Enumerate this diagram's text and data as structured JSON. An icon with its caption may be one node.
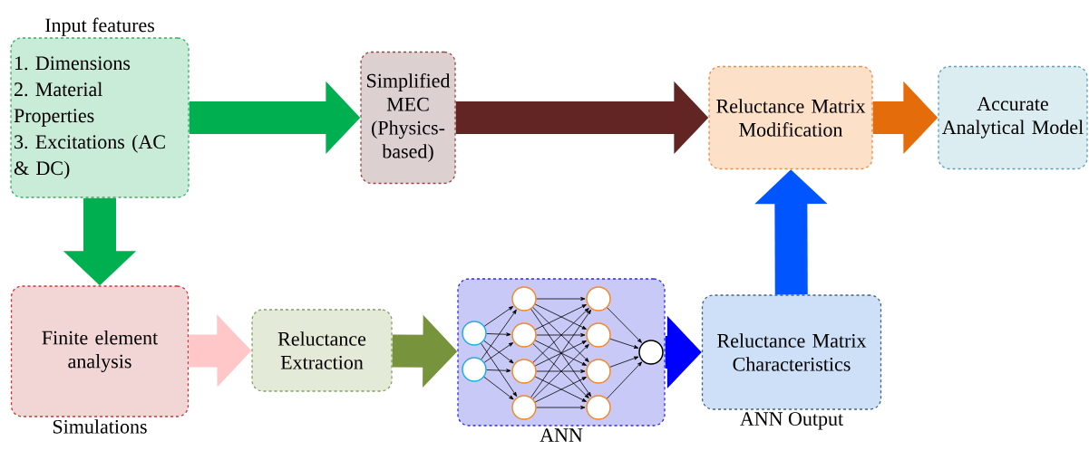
{
  "diagram": {
    "nodes": [
      {
        "text": [
          "Input features",
          "1. Dimensions",
          "2. Material Properties",
          "3. Excitations (AC & DC)"
        ]
      },
      {
        "text": [
          "Simplified MEC (Physics-based)"
        ]
      },
      {
        "text": [
          "Reluctance Matrix Modification"
        ]
      },
      {
        "text": [
          "Accurate Analytical Model"
        ]
      },
      {
        "text": [
          "Finite element analysis"
        ],
        "beside": [
          "Simulations"
        ]
      },
      {
        "text": [
          "Reluctance Extraction"
        ]
      },
      {
        "text": [],
        "shape": "box",
        "beside": [
          "ANN"
        ]
      },
      {
        "text": [],
        "shape": "circle",
        "in": 6
      },
      {
        "text": [],
        "shape": "circle",
        "in": 6
      },
      {
        "text": [],
        "shape": "circle",
        "in": 6
      },
      {
        "text": [],
        "shape": "circle",
        "in": 6
      },
      {
        "text": [],
        "shape": "circle",
        "in": 6
      },
      {
        "text": [],
        "shape": "circle",
        "in": 6
      },
      {
        "text": [],
        "shape": "circle",
        "in": 6
      },
      {
        "text": [],
        "shape": "circle",
        "in": 6
      },
      {
        "text": [],
        "shape": "circle",
        "in": 6
      },
      {
        "text": [],
        "shape": "circle",
        "in": 6
      },
      {
        "text": [],
        "shape": "circle",
        "in": 6
      },
      {
        "text": [
          "Reluctance Matrix Characteristics"
        ],
        "beside": [
          "ANN Output"
        ]
      }
    ],
    "edges": [
      {
        "from": 0,
        "to": 1,
        "arrow": "to",
        "style": "thick",
        "color": "#00b050"
      },
      {
        "from": 1,
        "to": 2,
        "arrow": "to",
        "style": "thick",
        "color": "#632523"
      },
      {
        "from": 2,
        "to": 3,
        "arrow": "to",
        "style": "thick",
        "color": "#e46c0a"
      },
      {
        "from": 0,
        "to": 4,
        "arrow": "to",
        "style": "thick",
        "color": "#00b050"
      },
      {
        "from": 4,
        "to": 5,
        "arrow": "to",
        "style": "thick",
        "color": "#ffc7c7"
      },
      {
        "from": 5,
        "to": 6,
        "arrow": "to",
        "style": "thick",
        "color": "#77933c"
      },
      {
        "from": 6,
        "to": 18,
        "arrow": "to",
        "style": "thick",
        "color": "#0000ff"
      },
      {
        "from": 18,
        "to": 2,
        "arrow": "to",
        "style": "thick",
        "color": "#0055ff"
      },
      {
        "from": 7,
        "to": 9,
        "arrow": "to"
      },
      {
        "from": 7,
        "to": 10,
        "arrow": "to"
      },
      {
        "from": 7,
        "to": 11,
        "arrow": "to"
      },
      {
        "from": 7,
        "to": 12,
        "arrow": "to"
      },
      {
        "from": 8,
        "to": 9,
        "arrow": "to"
      },
      {
        "from": 8,
        "to": 10,
        "arrow": "to"
      },
      {
        "from": 8,
        "to": 11,
        "arrow": "to"
      },
      {
        "from": 8,
        "to": 12,
        "arrow": "to"
      },
      {
        "from": 9,
        "to": 13,
        "arrow": "to"
      },
      {
        "from": 9,
        "to": 14,
        "arrow": "to"
      },
      {
        "from": 9,
        "to": 15,
        "arrow": "to"
      },
      {
        "from": 9,
        "to": 16,
        "arrow": "to"
      },
      {
        "from": 10,
        "to": 13,
        "arrow": "to"
      },
      {
        "from": 10,
        "to": 14,
        "arrow": "to"
      },
      {
        "from": 10,
        "to": 15,
        "arrow": "to"
      },
      {
        "from": 10,
        "to": 16,
        "arrow": "to"
      },
      {
        "from": 11,
        "to": 13,
        "arrow": "to"
      },
      {
        "from": 11,
        "to": 14,
        "arrow": "to"
      },
      {
        "from": 11,
        "to": 15,
        "arrow": "to"
      },
      {
        "from": 11,
        "to": 16,
        "arrow": "to"
      },
      {
        "from": 12,
        "to": 13,
        "arrow": "to"
      },
      {
        "from": 12,
        "to": 14,
        "arrow": "to"
      },
      {
        "from": 12,
        "to": 15,
        "arrow": "to"
      },
      {
        "from": 12,
        "to": 16,
        "arrow": "to"
      },
      {
        "from": 13,
        "to": 17,
        "arrow": "to"
      },
      {
        "from": 14,
        "to": 17,
        "arrow": "to"
      },
      {
        "from": 15,
        "to": 17,
        "arrow": "to"
      },
      {
        "from": 16,
        "to": 17,
        "arrow": "to"
      }
    ]
  }
}
